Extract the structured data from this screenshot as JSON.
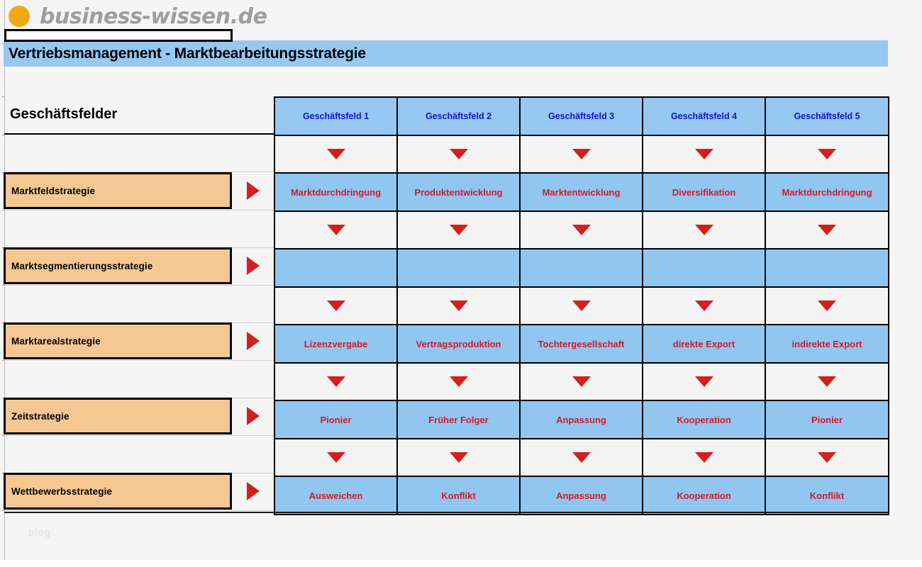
{
  "brand": {
    "logo_icon": "circle-logo-icon",
    "name": "business-wissen.de"
  },
  "title_bar": {
    "text": "Vertriebsmanagement - Marktbearbeitungsstrategie",
    "background": "#96c8f2"
  },
  "left_panel": {
    "heading": "Geschäftsfelder",
    "box_color": "#f5c893",
    "arrow_icon": "triangle-right-icon",
    "arrow_color": "#d21f20",
    "strategies": [
      {
        "label": "Marktfeldstrategie"
      },
      {
        "label": "Marktsegmentierungsstrategie"
      },
      {
        "label": "Marktarealstrategie"
      },
      {
        "label": "Zeitstrategie"
      },
      {
        "label": "Wettbewerbsstrategie"
      }
    ]
  },
  "matrix": {
    "header_text_color": "#1414c8",
    "cell_background": "#90c6f0",
    "value_text_color": "#d4192a",
    "down_arrow_icon": "triangle-down-icon",
    "columns": [
      "Geschäftsfeld 1",
      "Geschäftsfeld 2",
      "Geschäftsfeld 3",
      "Geschäftsfeld 4",
      "Geschäftsfeld 5"
    ],
    "rows": [
      {
        "strategy": "Marktfeldstrategie",
        "values": [
          "Marktdurchdringung",
          "Produktentwicklung",
          "Marktentwicklung",
          "Diversifikation",
          "Marktdurchdringung"
        ]
      },
      {
        "strategy": "Marktsegmentierungsstrategie",
        "values": [
          "",
          "",
          "",
          "",
          ""
        ]
      },
      {
        "strategy": "Marktarealstrategie",
        "values": [
          "Lizenzvergabe",
          "Vertragsproduktion",
          "Tochtergesellschaft",
          "direkte Export",
          "indirekte Export"
        ]
      },
      {
        "strategy": "Zeitstrategie",
        "values": [
          "Pionier",
          "Früher Folger",
          "Anpassung",
          "Kooperation",
          "Pionier"
        ]
      },
      {
        "strategy": "Wettbewerbsstrategie",
        "values": [
          "Ausweichen",
          "Konflikt",
          "Anpassung",
          "Kooperation",
          "Konflikt"
        ]
      }
    ]
  },
  "footer": {
    "watermark": "blog"
  }
}
